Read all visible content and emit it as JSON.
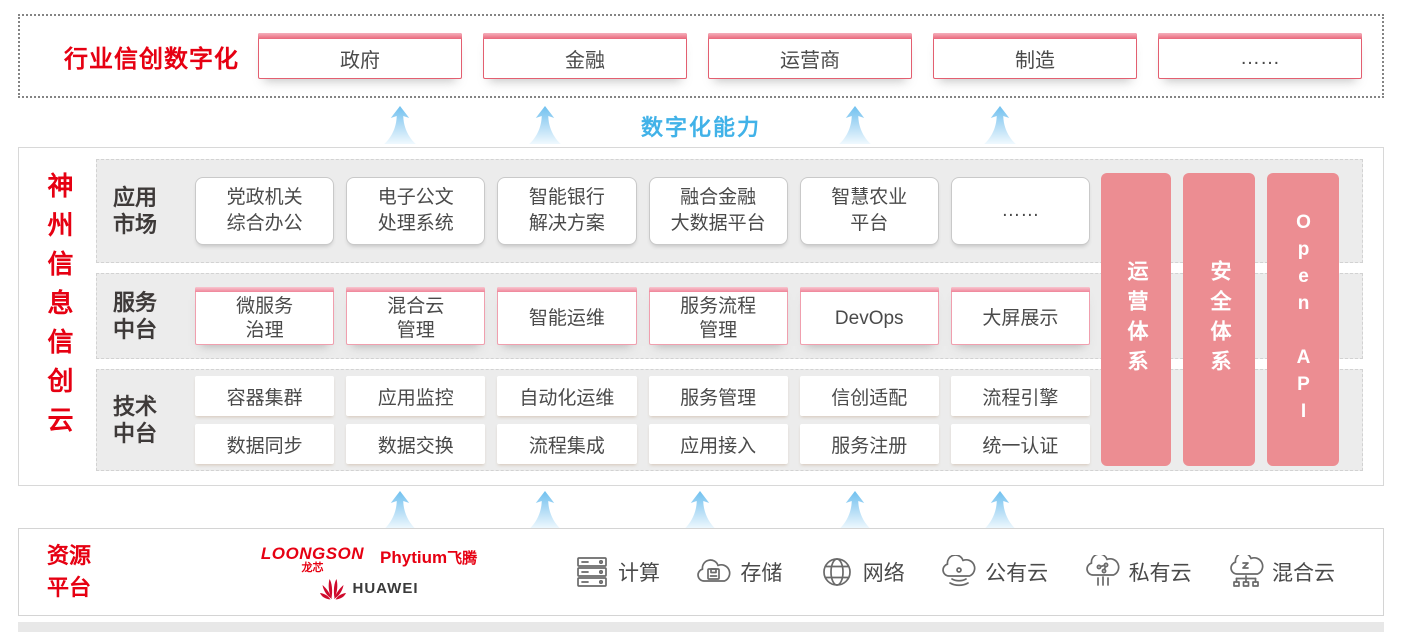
{
  "top": {
    "title": "行业信创数字化",
    "industries": [
      "政府",
      "金融",
      "运营商",
      "制造",
      "……"
    ]
  },
  "digital_caption": "数字化能力",
  "main": {
    "vertical_title": "神州信息信创云",
    "rows": [
      {
        "label": "应用\n市场",
        "items": [
          "党政机关\n综合办公",
          "电子公文\n处理系统",
          "智能银行\n解决方案",
          "融合金融\n大数据平台",
          "智慧农业\n平台",
          "……"
        ]
      },
      {
        "label": "服务\n中台",
        "items": [
          "微服务\n治理",
          "混合云\n管理",
          "智能运维",
          "服务流程\n管理",
          "DevOps",
          "大屏展示"
        ]
      },
      {
        "label": "技术\n中台",
        "items_top": [
          "容器集群",
          "应用监控",
          "自动化运维",
          "服务管理",
          "信创适配",
          "流程引擎"
        ],
        "items_bottom": [
          "数据同步",
          "数据交换",
          "流程集成",
          "应用接入",
          "服务注册",
          "统一认证"
        ]
      }
    ],
    "pillars": [
      "运营体系",
      "安全体系",
      "Open API"
    ]
  },
  "resources": {
    "label": "资源\n平台",
    "vendors": {
      "loongson_en": "LOONGSON",
      "loongson_cn": "龙芯",
      "phytium_en": "Phytium",
      "phytium_cn": "飞腾",
      "huawei": "HUAWEI"
    },
    "items": [
      {
        "icon": "compute-icon",
        "label": "计算"
      },
      {
        "icon": "storage-icon",
        "label": "存储"
      },
      {
        "icon": "network-icon",
        "label": "网络"
      },
      {
        "icon": "public-cloud-icon",
        "label": "公有云"
      },
      {
        "icon": "private-cloud-icon",
        "label": "私有云"
      },
      {
        "icon": "hybrid-cloud-icon",
        "label": "混合云"
      }
    ]
  },
  "colors": {
    "brand_red": "#e60012",
    "pillar_pink": "#ec8d92",
    "caption_blue": "#41b2e8",
    "box_border_red": "#e35f70",
    "row_gray": "#ececec"
  }
}
